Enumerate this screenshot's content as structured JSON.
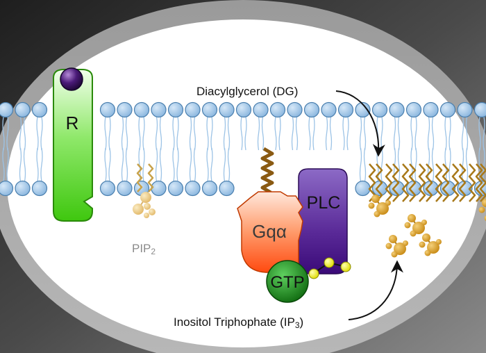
{
  "labels": {
    "receptor": "R",
    "gq_alpha": "Gqα",
    "plc": "PLC",
    "gtp": "GTP",
    "pip2": "PIP",
    "pip2_sub": "2",
    "dg": "Diacylglycerol (DG)",
    "ip3_prefix": "Inositol Triphophate (IP",
    "ip3_sub": "3",
    "ip3_suffix": ")"
  },
  "colors": {
    "background_outer": "#2f2f2f",
    "rim": "#a9a9a9",
    "cell_interior": "#ffffff",
    "lipid_head": "#9cc3e6",
    "lipid_head_stroke": "#4a7fae",
    "lipid_tail": "#9cc3e6",
    "receptor": "#5bdc2c",
    "ligand": "#3a0f5e",
    "gq": "#ff6a33",
    "plc": "#5b2a96",
    "gtp": "#1e8a1e",
    "yellow_bead": "#f2ee12",
    "dg_chain": "#a8791a",
    "ip3": "#d39b25",
    "pip2_text": "#8a8a8a"
  },
  "icons": {
    "ligand": "ligand-sphere-icon",
    "ip3_molecule": "ip3-molecule-icon",
    "dg_chain": "zigzag-chain-icon",
    "lipid": "phospholipid-icon"
  }
}
